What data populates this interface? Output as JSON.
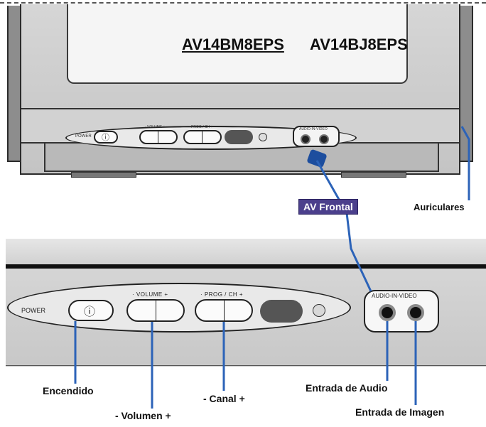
{
  "models": {
    "primary": "AV14BM8EPS",
    "secondary": "AV14BJ8EPS"
  },
  "tv_panel": {
    "power": "POWER",
    "power_symbol": "ⓘ",
    "volume": "- VOLUME +",
    "prog": "- PROG / CH +",
    "av": "AUDIO-IN-VIDEO"
  },
  "callouts": {
    "av_frontal": "AV Frontal",
    "auriculares": "Auriculares",
    "encendido": "Encendido",
    "volumen": "- Volumen +",
    "canal": "- Canal +",
    "entrada_audio": "Entrada de Audio",
    "entrada_imagen": "Entrada de Imagen"
  },
  "enlarged_panel": {
    "power": "POWER",
    "power_symbol": "ⓘ",
    "volume": "· VOLUME +",
    "prog": "· PROG / CH +",
    "av": "AUDIO-IN-VIDEO"
  },
  "colors": {
    "av_frontal_bg": "#4b3f8c",
    "leader_blue": "#2c63b8"
  }
}
